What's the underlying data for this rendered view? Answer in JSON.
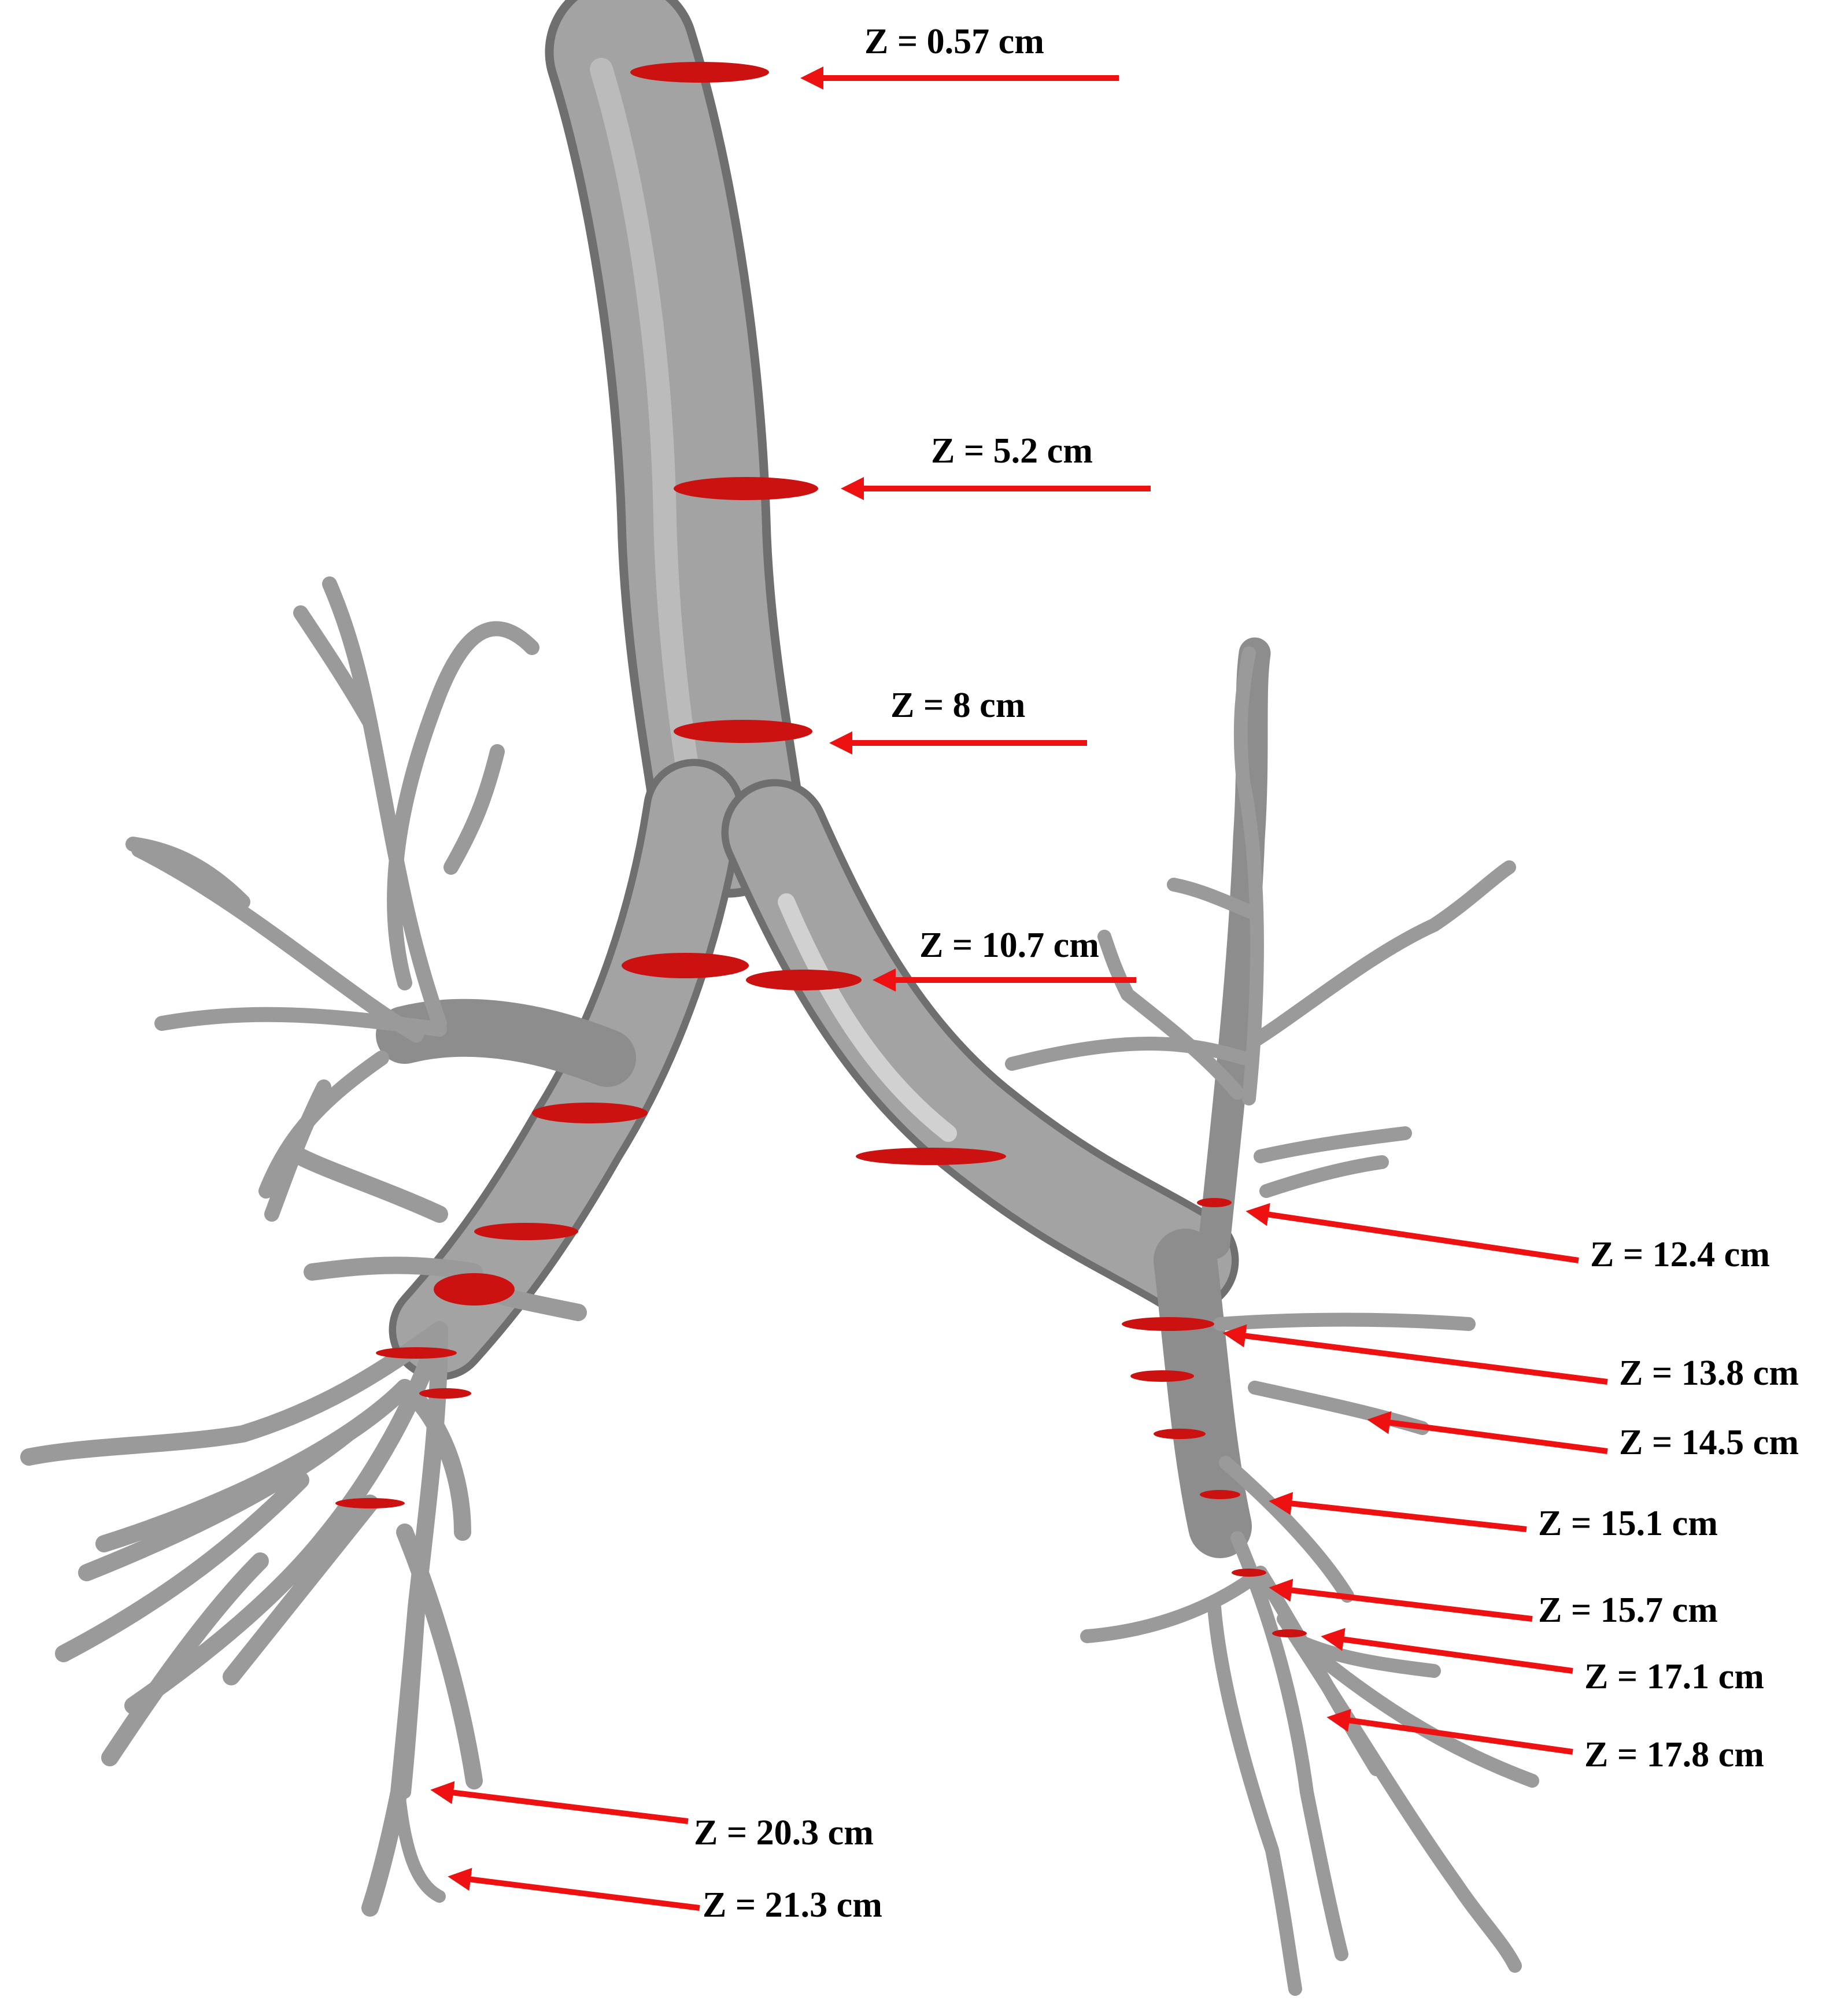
{
  "labels": [
    {
      "id": "z1",
      "text": "Z = 0.57 cm"
    },
    {
      "id": "z2",
      "text": "Z = 5.2 cm"
    },
    {
      "id": "z3",
      "text": "Z = 8 cm"
    },
    {
      "id": "z4",
      "text": "Z = 10.7 cm"
    },
    {
      "id": "z5",
      "text": "Z = 12.4 cm"
    },
    {
      "id": "z6",
      "text": "Z = 13.8 cm"
    },
    {
      "id": "z7",
      "text": "Z = 14.5 cm"
    },
    {
      "id": "z8",
      "text": "Z = 15.1 cm"
    },
    {
      "id": "z9",
      "text": "Z = 15.7 cm"
    },
    {
      "id": "z10",
      "text": "Z = 17.1 cm"
    },
    {
      "id": "z11",
      "text": "Z = 17.8 cm"
    },
    {
      "id": "z12",
      "text": "Z = 20.3 cm"
    },
    {
      "id": "z13",
      "text": "Z = 21.3 cm"
    }
  ],
  "colors": {
    "airway_fill": "#a3a3a3",
    "airway_shadow": "#6f6f6f",
    "airway_highlight": "#d9d9d9",
    "cross_section": "#cc1111",
    "arrow": "#ee1111",
    "background": "#ffffff"
  }
}
